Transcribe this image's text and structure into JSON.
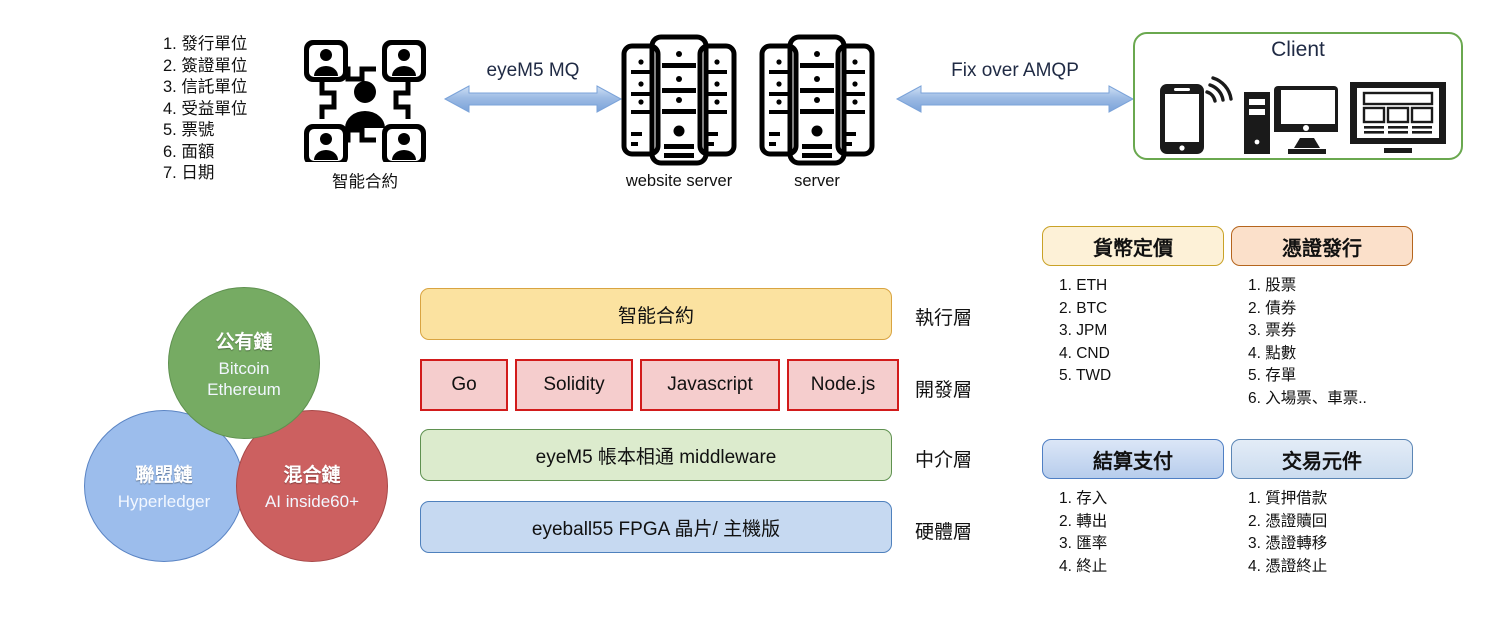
{
  "top": {
    "contract_items": [
      "1. 發行單位",
      "2. 簽證單位",
      "3. 信託單位",
      "4. 受益單位",
      "5. 票號",
      "6. 面額",
      "7. 日期"
    ],
    "smart_contract_caption": "智能合約",
    "arrow_left_label": "eyeM5 MQ",
    "arrow_right_label": "Fix over AMQP",
    "server_left_caption": "website server",
    "server_right_caption": "server",
    "client_title": "Client",
    "client_devices": [
      "smartphone-icon",
      "desktop-computer-icon",
      "monitor-icon"
    ]
  },
  "venn": {
    "circles": [
      {
        "title": "公有鏈",
        "subtitle": "Bitcoin\nEthereum",
        "color": "#76ab63"
      },
      {
        "title": "聯盟鏈",
        "subtitle": "Hyperledger",
        "color": "#9cbdec"
      },
      {
        "title": "混合鏈",
        "subtitle": "AI inside60+",
        "color": "#cc6060"
      }
    ],
    "public_title": "公有鏈",
    "public_line1": "Bitcoin",
    "public_line2": "Ethereum",
    "consortium_title": "聯盟鏈",
    "consortium_sub": "Hyperledger",
    "hybrid_title": "混合鏈",
    "hybrid_sub": "AI inside60+"
  },
  "stack": {
    "execution_box": "智能合約",
    "execution_label": "執行層",
    "development_boxes": [
      "Go",
      "Solidity",
      "Javascript",
      "Node.js"
    ],
    "development_label": "開發層",
    "middleware_box": "eyeM5 帳本相通 middleware",
    "middleware_label": "中介層",
    "hardware_box": "eyeball55 FPGA 晶片/ 主機版",
    "hardware_label": "硬體層"
  },
  "panels": {
    "currency": {
      "title": "貨幣定價",
      "items": [
        "1. ETH",
        "2. BTC",
        "3. JPM",
        "4. CND",
        "5. TWD"
      ]
    },
    "certificate": {
      "title": "憑證發行",
      "items": [
        "1. 股票",
        "2. 債券",
        "3. 票券",
        "4. 點數",
        "5. 存單",
        "6. 入場票、車票.."
      ]
    },
    "settlement": {
      "title": "結算支付",
      "items": [
        "1. 存入",
        "2. 轉出",
        "3. 匯率",
        "4. 終止"
      ]
    },
    "transaction": {
      "title": "交易元件",
      "items": [
        "1. 質押借款",
        "2. 憑證贖回",
        "3. 憑證轉移",
        "4. 憑證終止"
      ]
    }
  },
  "colors": {
    "arrow": "#9dbbe4",
    "client_border": "#6aa84f",
    "execution": "#fbe2a0",
    "development": "#f5cdcd",
    "middleware": "#dcebcd",
    "hardware": "#c6d9f1"
  }
}
